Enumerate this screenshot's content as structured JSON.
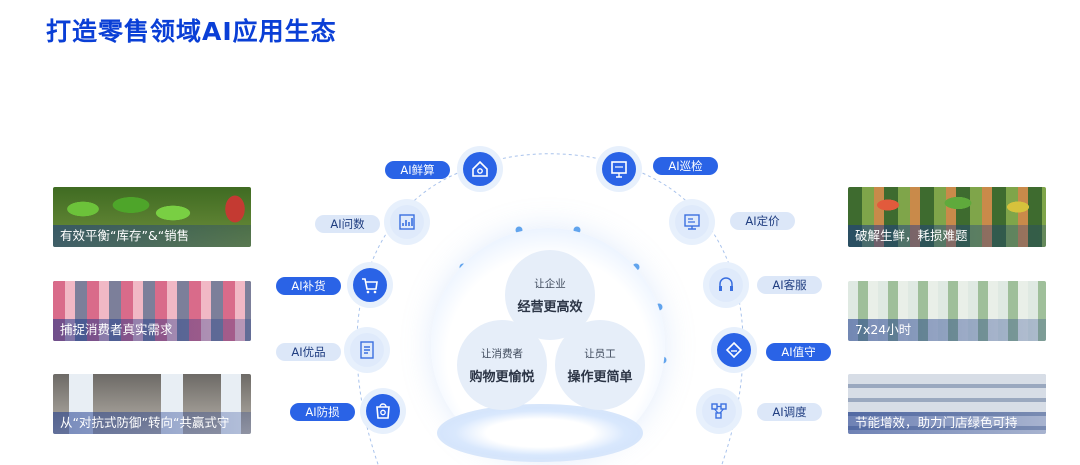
{
  "title": "打造零售领域AI应用生态",
  "left_cards": [
    {
      "caption": "有效平衡“库存”&“销售"
    },
    {
      "caption": "捕捉消费者真实需求"
    },
    {
      "caption": "从“对抗式防御”转向“共赢式守"
    }
  ],
  "right_cards": [
    {
      "caption": "破解生鲜，耗损难题"
    },
    {
      "caption": "7x24小时"
    },
    {
      "caption": "节能增效，助力门店绿色可持"
    }
  ],
  "center": {
    "top": {
      "small": "让企业",
      "large": "经营更高效"
    },
    "left": {
      "small": "让消费者",
      "large": "购物更愉悦"
    },
    "right": {
      "small": "让员工",
      "large": "操作更简单"
    }
  },
  "left_nodes": [
    {
      "label": "AI鲜算",
      "style": "strong",
      "icon": "house-icon"
    },
    {
      "label": "AI问数",
      "style": "light",
      "icon": "bar-chart-icon"
    },
    {
      "label": "AI补货",
      "style": "strong",
      "icon": "cart-icon"
    },
    {
      "label": "AI优品",
      "style": "light",
      "icon": "document-icon"
    },
    {
      "label": "AI防损",
      "style": "strong",
      "icon": "shield-icon"
    }
  ],
  "right_nodes": [
    {
      "label": "AI巡检",
      "style": "strong",
      "icon": "monitor-icon"
    },
    {
      "label": "AI定价",
      "style": "light",
      "icon": "screen-icon"
    },
    {
      "label": "AI客服",
      "style": "light",
      "icon": "headset-icon"
    },
    {
      "label": "AI值守",
      "style": "strong",
      "icon": "store-icon"
    },
    {
      "label": "AI调度",
      "style": "light",
      "icon": "network-icon"
    }
  ],
  "colors": {
    "accent": "#2a63e6",
    "title": "#0a3fd6",
    "light_pill": "#dce7f8"
  }
}
